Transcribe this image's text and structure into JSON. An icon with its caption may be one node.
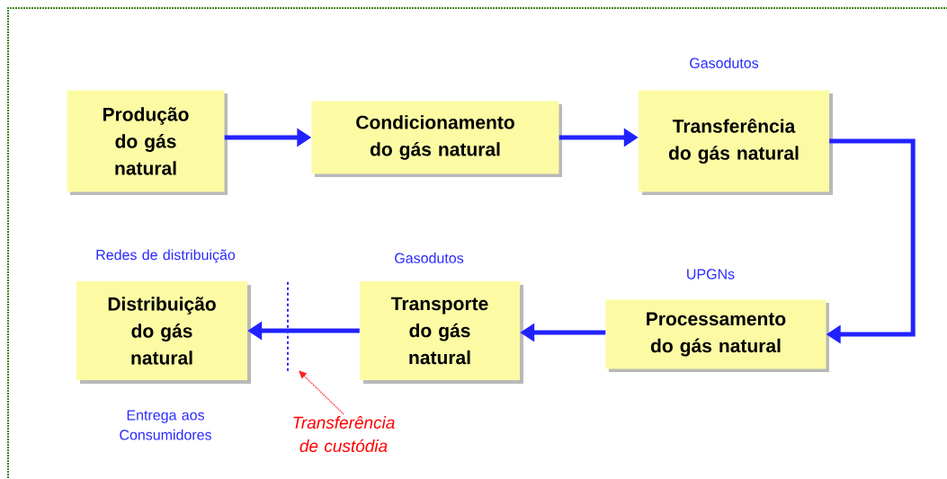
{
  "diagram": {
    "nodes": [
      {
        "text": [
          "Produção do gás natural"
        ]
      },
      {
        "text": [
          "Condicionamento do gás natural"
        ]
      },
      {
        "text": [
          "Transferência do gás natural"
        ],
        "beside": [
          "Gasodutos"
        ]
      },
      {
        "text": [
          "Processamento do gás natural"
        ],
        "beside": [
          "UPGNs"
        ]
      },
      {
        "text": [
          "Transporte do gás natural"
        ],
        "beside": [
          "Gasodutos"
        ]
      },
      {
        "text": [
          "Distribuição do gás natural"
        ],
        "beside": [
          "Redes de distribuição",
          "Entrega aos Consumidores"
        ]
      },
      {
        "text": [
          "Transferência de custódia"
        ]
      },
      {
        "text": [],
        "shape": "bar"
      }
    ],
    "edges": [
      {
        "from": 0,
        "to": 1,
        "arrow": "to"
      },
      {
        "from": 1,
        "to": 2,
        "arrow": "to"
      },
      {
        "from": 2,
        "to": 3,
        "arrow": "to"
      },
      {
        "from": 3,
        "to": 4,
        "arrow": "to"
      },
      {
        "from": 4,
        "to": 5,
        "arrow": "to"
      },
      {
        "from": 6,
        "to": 7,
        "arrow": "to",
        "style": "dashed",
        "color": "#ff2222"
      }
    ]
  }
}
